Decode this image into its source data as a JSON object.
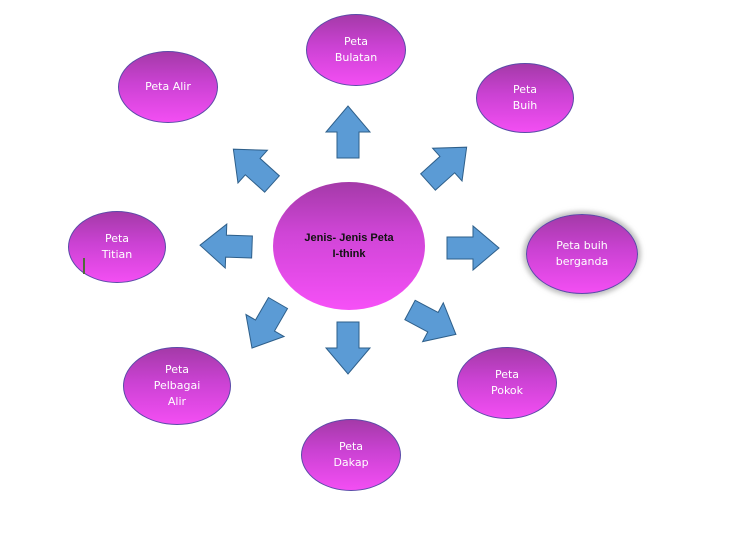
{
  "center_label": "Jenis- Jenis Peta\nI-think",
  "nodes": {
    "alir": "Peta Alir",
    "bulatan": "Peta\nBulatan",
    "buih": "Peta\nBuih",
    "titian": "Peta\nTitian",
    "buih_berganda": "Peta buih\nberganda",
    "pelbagai_alir": "Peta\nPelbagai\nAlir",
    "pokok": "Peta\nPokok",
    "dakap": "Peta\nDakap"
  },
  "colors": {
    "bubble_top": "#a43aa8",
    "bubble_bottom": "#f34ef3",
    "bubble_border": "#5b4aa8",
    "arrow_fill": "#5b9bd5",
    "arrow_stroke": "#2e5f8a"
  }
}
